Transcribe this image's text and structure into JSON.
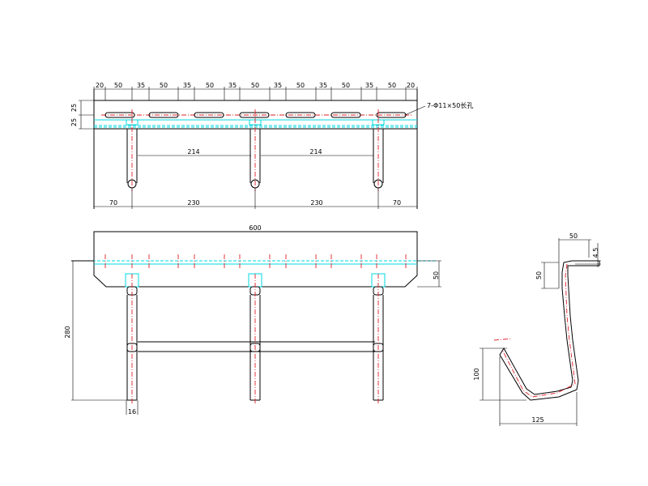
{
  "top_view": {
    "dim_segments": [
      "20",
      "50",
      "35",
      "50",
      "35",
      "50",
      "35",
      "50",
      "35",
      "50",
      "35",
      "50",
      "35",
      "50",
      "20"
    ],
    "dim_left_a": "25",
    "dim_left_b": "25",
    "dim_mid_a": "214",
    "dim_mid_b": "214",
    "dim_bottom": [
      "70",
      "230",
      "230",
      "70"
    ],
    "slot_note": "7-Φ11×50长孔"
  },
  "front_view": {
    "overall_width": "600",
    "flange_height": "50",
    "overall_height": "280",
    "leg_width": "16"
  },
  "side_view": {
    "top_width": "50",
    "thickness": "4.5",
    "top_height": "50",
    "lip_height": "100",
    "base_width": "125"
  },
  "colors": {
    "outline": "#000000",
    "hidden": "#00d8e0",
    "center": "#e0202a"
  }
}
